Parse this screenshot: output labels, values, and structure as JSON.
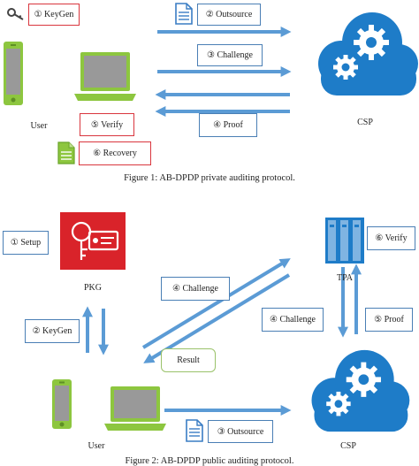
{
  "figure1": {
    "caption": "Figure 1: AB-DPDP private auditing protocol.",
    "labels": {
      "keygen": "① KeyGen",
      "outsource": "② Outsource",
      "challenge": "③ Challenge",
      "proof": "④ Proof",
      "verify": "⑤ Verify",
      "recovery": "⑥ Recovery"
    },
    "nodes": {
      "user": "User",
      "csp": "CSP"
    }
  },
  "figure2": {
    "caption": "Figure 2: AB-DPDP public auditing protocol.",
    "labels": {
      "setup": "① Setup",
      "keygen": "② KeyGen",
      "challenge_user": "④ Challenge",
      "result": "Result",
      "outsource": "③ Outsource",
      "challenge_tpa": "④ Challenge",
      "proof": "⑤ Proof",
      "verify": "⑥ Verify"
    },
    "nodes": {
      "pkg": "PKG",
      "tpa": "TPA",
      "user": "User",
      "csp": "CSP"
    }
  },
  "colors": {
    "arrow": "#5b9bd5",
    "red_box": "#d9363e",
    "blue_box": "#4a7fb5",
    "phone": "#8dc63f",
    "cloud": "#1e7cc8",
    "pkg_bg": "#d9232a"
  }
}
